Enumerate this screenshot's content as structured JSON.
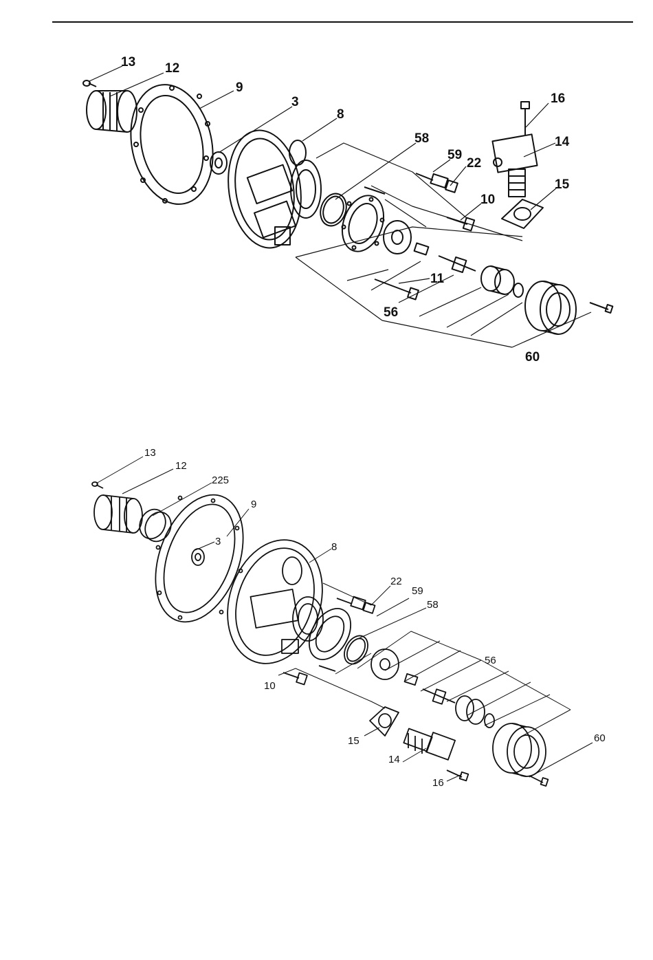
{
  "figures": [
    {
      "id": "upper",
      "labels": {
        "c13": "13",
        "c12": "12",
        "c9": "9",
        "c3": "3",
        "c8": "8",
        "c58": "58",
        "c59": "59",
        "c22": "22",
        "c16": "16",
        "c14": "14",
        "c15": "15",
        "c10": "10",
        "c11": "11",
        "c56": "56",
        "c60": "60"
      }
    },
    {
      "id": "lower",
      "labels": {
        "c13": "13",
        "c12": "12",
        "c225": "225",
        "c9": "9",
        "c3": "3",
        "c8": "8",
        "c22": "22",
        "c59": "59",
        "c58": "58",
        "c56": "56",
        "c10": "10",
        "c15": "15",
        "c14": "14",
        "c16": "16",
        "c60": "60"
      }
    }
  ]
}
